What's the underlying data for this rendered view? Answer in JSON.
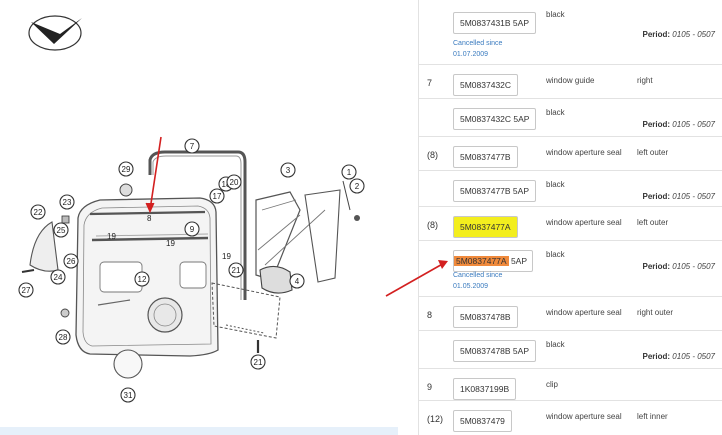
{
  "diagram": {
    "callouts": [
      "1",
      "2",
      "3",
      "4",
      "7",
      "8",
      "9",
      "12",
      "17",
      "18",
      "19",
      "19",
      "19",
      "20",
      "21",
      "21",
      "22",
      "23",
      "24",
      "25",
      "26",
      "27",
      "28",
      "29",
      "31"
    ]
  },
  "rows": [
    {
      "num": "",
      "code": "5M0837431B 5AP",
      "color": "black",
      "period_label": "Period:",
      "period": "0105 - 0507",
      "cancel_label": "Cancelled since",
      "cancel_date": "01.07.2009"
    },
    {
      "num": "7",
      "code": "5M0837432C",
      "desc": "window guide",
      "side": "right"
    },
    {
      "num": "",
      "code": "5M0837432C 5AP",
      "color": "black",
      "period_label": "Period:",
      "period": "0105 - 0507"
    },
    {
      "num": "(8)",
      "code": "5M0837477B",
      "desc": "window aperture seal",
      "side": "left outer"
    },
    {
      "num": "",
      "code": "5M0837477B 5AP",
      "color": "black",
      "period_label": "Period:",
      "period": "0105 - 0507"
    },
    {
      "num": "(8)",
      "code": "5M0837477A",
      "desc": "window aperture seal",
      "side": "left outer"
    },
    {
      "num": "",
      "code_hl": "5M0837477A",
      "code_rest": " 5AP",
      "color": "black",
      "period_label": "Period:",
      "period": "0105 - 0507",
      "cancel_label": "Cancelled since",
      "cancel_date": "01.05.2009"
    },
    {
      "num": "8",
      "code": "5M0837478B",
      "desc": "window aperture seal",
      "side": "right outer"
    },
    {
      "num": "",
      "code": "5M0837478B 5AP",
      "color": "black",
      "period_label": "Period:",
      "period": "0105 - 0507"
    },
    {
      "num": "9",
      "code": "1K0837199B",
      "desc": "clip"
    },
    {
      "num": "(12)",
      "code": "5M0837479",
      "desc": "window aperture seal",
      "side": "left inner"
    }
  ],
  "colors": {
    "highlight_yellow": "#f3ee1e",
    "highlight_orange": "#f08a3c",
    "arrow_red": "#d32020",
    "link_blue": "#3a7bbf"
  }
}
